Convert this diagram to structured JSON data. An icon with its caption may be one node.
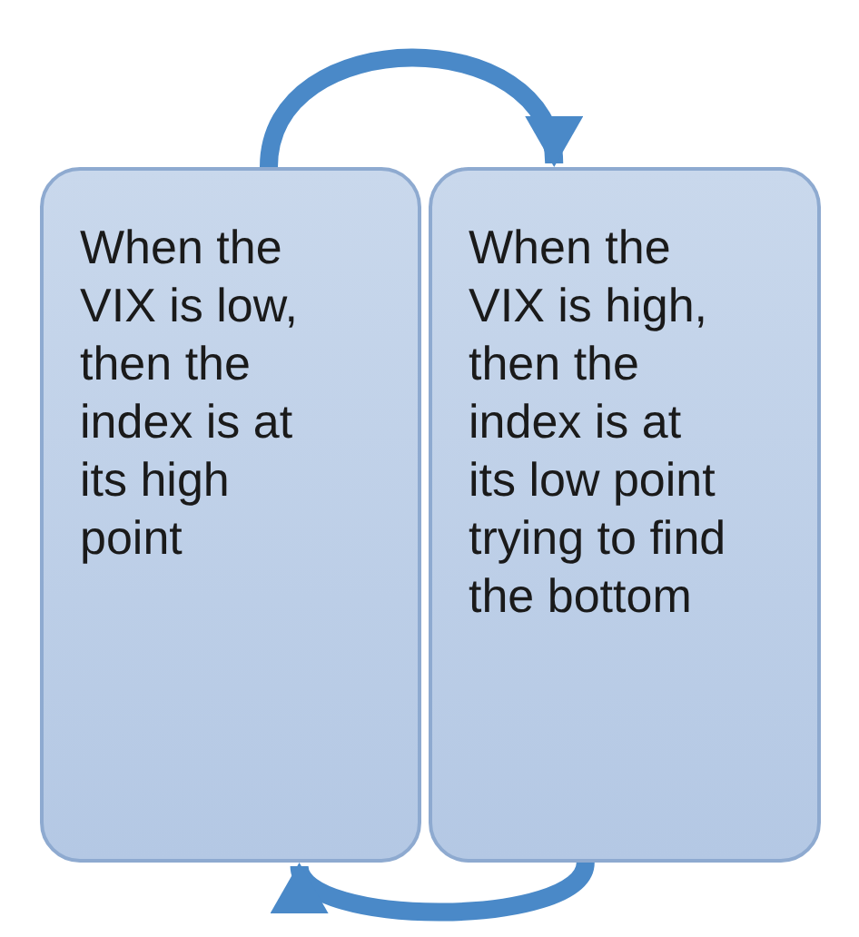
{
  "diagram": {
    "nodes": [
      {
        "text": [
          "When the VIX is low, then the index is at its high point"
        ]
      },
      {
        "text": [
          "When the VIX is high, then the index is at its low point trying to find the bottom"
        ]
      }
    ],
    "edges": [
      {
        "from": 0,
        "to": 1,
        "arrow": "to"
      },
      {
        "from": 1,
        "to": 0,
        "arrow": "to"
      }
    ]
  }
}
